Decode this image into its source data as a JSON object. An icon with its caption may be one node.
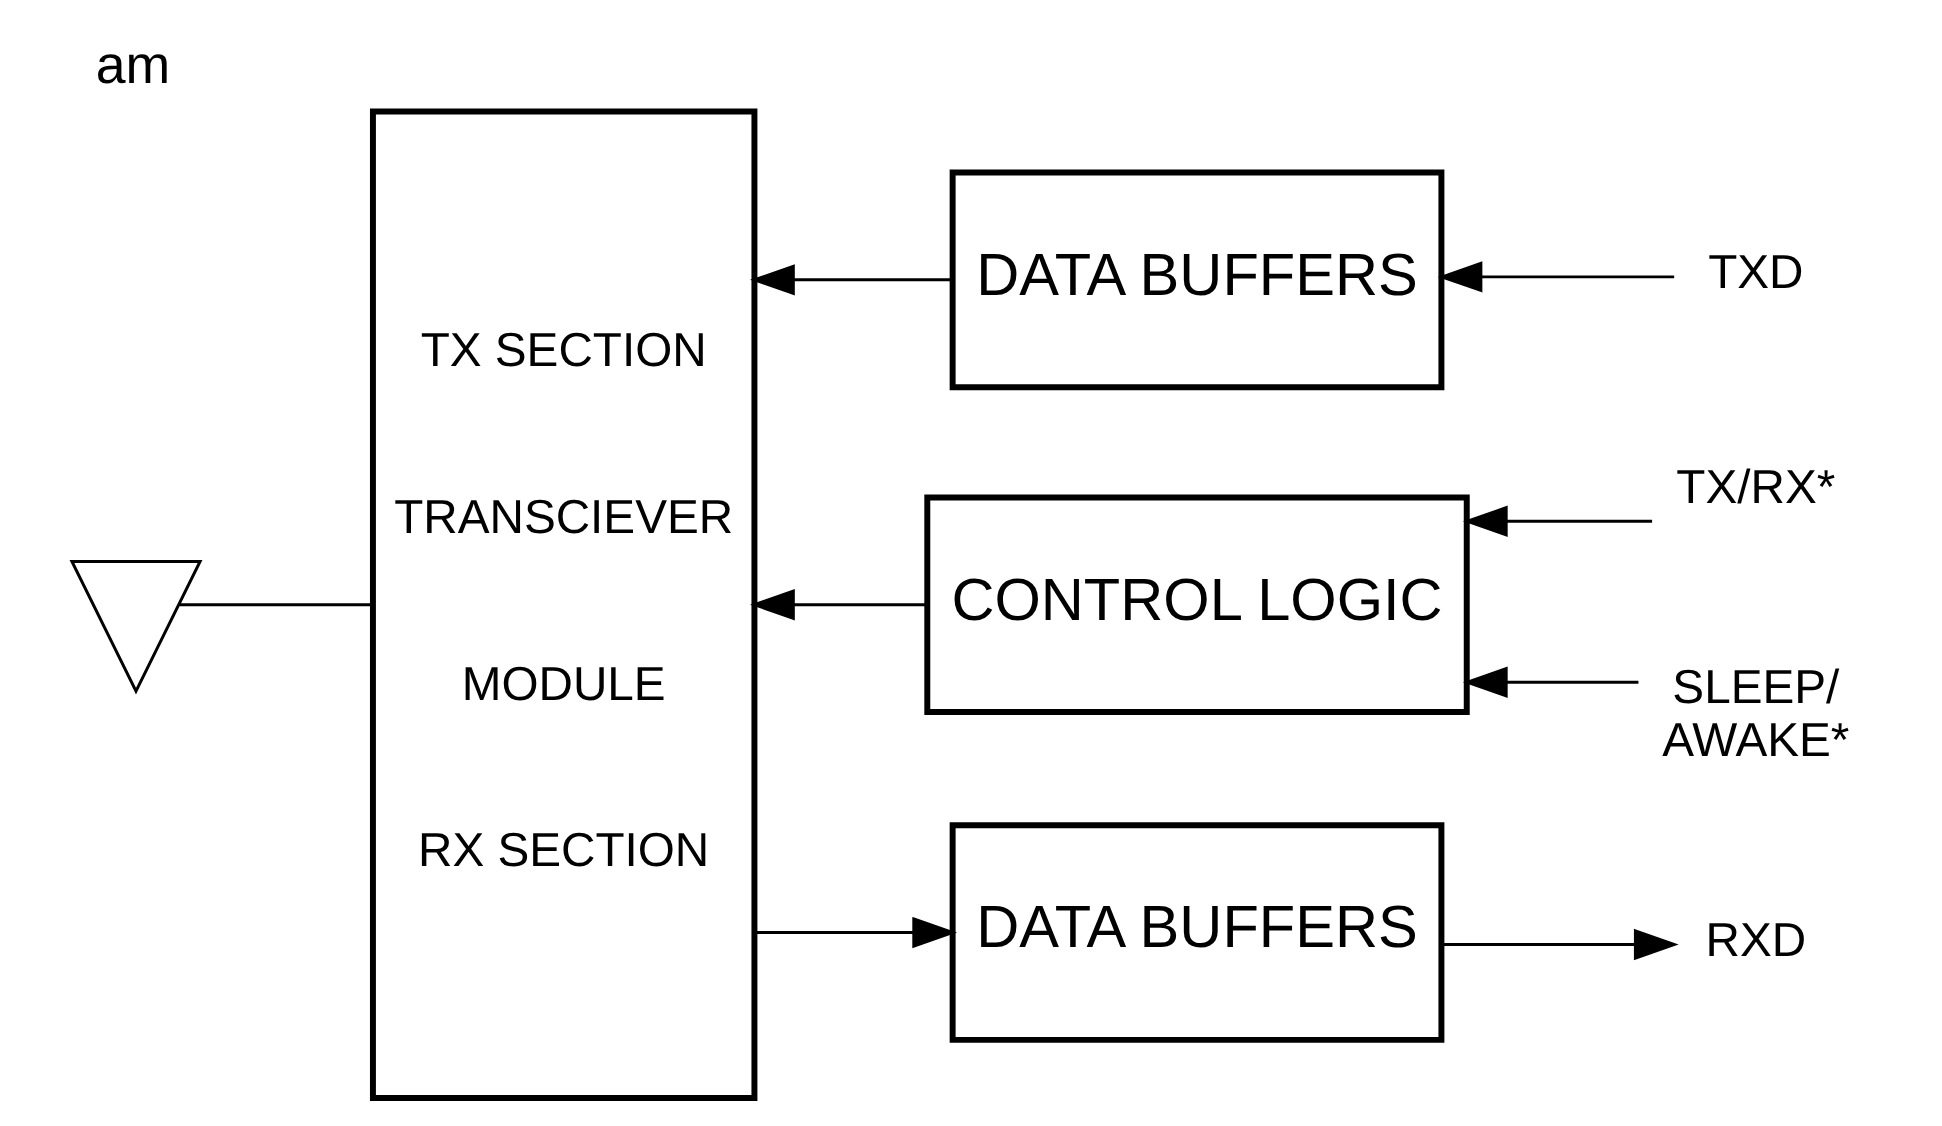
{
  "diagram": {
    "title": "am",
    "nodes": [
      {
        "text": [],
        "shape": "triangle"
      },
      {
        "text": [
          "TX SECTION",
          "TRANSCIEVER MODULE",
          "RX SECTION"
        ]
      },
      {
        "text": [
          "DATA BUFFERS"
        ]
      },
      {
        "text": [
          "CONTROL LOGIC"
        ]
      },
      {
        "text": [
          "DATA BUFFERS"
        ]
      },
      {
        "text": [
          "TXD"
        ]
      },
      {
        "text": [
          "TX/RX*"
        ]
      },
      {
        "text": [
          "SLEEP/ AWAKE*"
        ]
      },
      {
        "text": [
          "RXD"
        ]
      }
    ],
    "edges": [
      {
        "from": 0,
        "to": 1,
        "arrow": "none"
      },
      {
        "from": 2,
        "to": 1,
        "arrow": "to"
      },
      {
        "from": 5,
        "to": 2,
        "arrow": "to"
      },
      {
        "from": 3,
        "to": 1,
        "arrow": "to"
      },
      {
        "from": 6,
        "to": 3,
        "arrow": "to"
      },
      {
        "from": 7,
        "to": 3,
        "arrow": "to"
      },
      {
        "from": 1,
        "to": 4,
        "arrow": "to"
      },
      {
        "from": 4,
        "to": 8,
        "arrow": "to"
      }
    ]
  }
}
